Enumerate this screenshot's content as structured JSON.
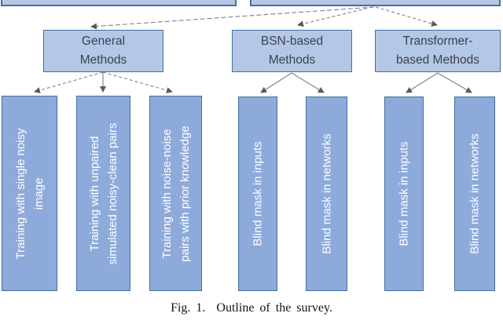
{
  "caption": "Fig. 1.  Outline of the survey.",
  "colors": {
    "leaf_fill": "#8EAADB",
    "branch_fill": "#B4C7E7",
    "box_border": "#41719C",
    "arrow_gray": "#7f7f7f",
    "arrowhead_gray": "#595959",
    "branch_text": "#3A4150",
    "leaf_text": "#FFFFFF"
  },
  "tree": {
    "branches": [
      {
        "label": "General\nMethods"
      },
      {
        "label": "BSN-based\nMethods"
      },
      {
        "label": "Transformer-\nbased Methods"
      }
    ],
    "leaves": [
      {
        "label": "Training with single noisy\nimage"
      },
      {
        "label": "Training with unpaired\nsimulated noisy-clean pairs"
      },
      {
        "label": "Training with noise-noise\npairs with prior knowledge"
      },
      {
        "label": "Blind mask in inputs"
      },
      {
        "label": "Blind mask in networks"
      },
      {
        "label": "Blind mask in inputs"
      },
      {
        "label": "Blind mask in networks"
      }
    ]
  }
}
